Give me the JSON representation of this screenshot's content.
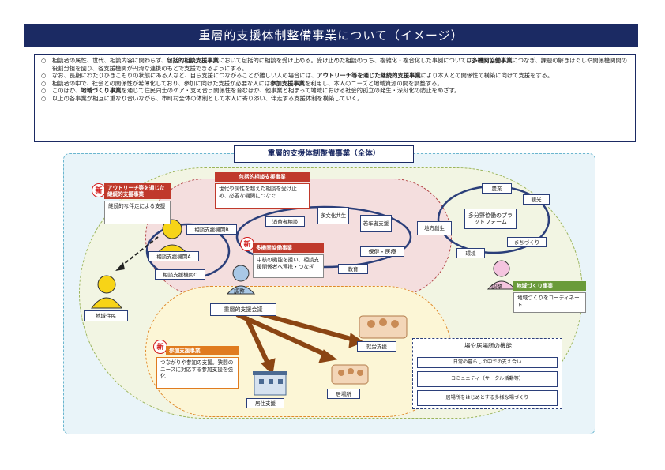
{
  "title": "重層的支援体制整備事業について（イメージ）",
  "intro": [
    {
      "mark": "○",
      "parts": [
        {
          "t": "相談者の属性、世代、相談内容に関わらず、",
          "b": false
        },
        {
          "t": "包括的相談支援事業",
          "b": true
        },
        {
          "t": "において包括的に相談を受け止める。受け止めた相談のうち、複雑化・複合化した事例については",
          "b": false
        },
        {
          "t": "多機関協働事業",
          "b": true
        },
        {
          "t": "につなぎ、課題の解きほぐしや関係機関間の役割分担を図り、各支援機関が円滑な連携のもとで支援できるようにする。",
          "b": false
        }
      ]
    },
    {
      "mark": "○",
      "parts": [
        {
          "t": "なお、長期にわたりひきこもりの状態にある人など、自ら支援につながることが難しい人の場合には、",
          "b": false
        },
        {
          "t": "アウトリーチ等を通じた継続的支援事業",
          "b": true
        },
        {
          "t": "により本人との関係性の構築に向けて支援をする。",
          "b": false
        }
      ]
    },
    {
      "mark": "○",
      "parts": [
        {
          "t": "相談者の中で、社会との関係性が希薄化しており、参加に向けた支援が必要な人には",
          "b": false
        },
        {
          "t": "参加支援事業",
          "b": true
        },
        {
          "t": "を利用し、本人のニーズと地域資源の間を調整する。",
          "b": false
        }
      ]
    },
    {
      "mark": "○",
      "parts": [
        {
          "t": "このほか、",
          "b": false
        },
        {
          "t": "地域づくり事業",
          "b": true
        },
        {
          "t": "を通じて住民同士のケア・支え合う関係性を育むほか、他事業と相まって地域における社会的孤立の発生・深刻化の防止をめざす。",
          "b": false
        }
      ]
    },
    {
      "mark": "○",
      "parts": [
        {
          "t": "以上の各事業が相互に重なり合いながら、市町村全体の体制として本人に寄り添い、伴走する支援体制を構築していく。",
          "b": false
        }
      ]
    }
  ],
  "diagram": {
    "overall_title": "重層的支援体制整備事業（全体）",
    "new_label": "新",
    "outreach": {
      "title": "アウトリーチ等を通じた継続的支援事業",
      "desc": "継続的な伴走による支援"
    },
    "comprehensive": {
      "title": "包括的相談支援事業",
      "desc": "世代や属性を超えた相談を受け止め、必要な機関につなぐ"
    },
    "multi_agency": {
      "title": "多機関協働事業",
      "desc": "中核の機能を担い、相談支援関係者へ連携・つなぎ"
    },
    "participation": {
      "title": "参加支援事業",
      "desc": "つながりや参加の支援。狭間のニーズに対応する参加支援を強化"
    },
    "community": {
      "title": "地域づくり事業",
      "desc": "地域づくりをコーディネート"
    },
    "adjust_label": "調整",
    "agencies": [
      "相談支援機関B",
      "相談支援機関A",
      "相談支援機関C"
    ],
    "consult_nodes": [
      "消費者相談",
      "多文化共生",
      "若年者支援",
      "保健・医療",
      "教育"
    ],
    "regional_nodes": [
      "農業",
      "観光",
      "地方創生",
      "まちづくり",
      "環境"
    ],
    "platform": "多分野協働のプラットフォーム",
    "meeting": "重層的支援会議",
    "resident": "地域住民",
    "outputs": [
      "就労支援",
      "居場所",
      "居住支援"
    ],
    "place_functions": {
      "title": "場や居場所の機能",
      "items": [
        "日常の暮らしの中での支え合い",
        "コミュニティ（サークル活動等）",
        "居場所をはじめとする多様な場づくり"
      ]
    },
    "colors": {
      "navy": "#1b2a63",
      "outreach": "#c0392b",
      "comprehensive": "#c0392b",
      "multi": "#c0392b",
      "participation": "#e07b1f",
      "community": "#6a9b3a"
    }
  }
}
